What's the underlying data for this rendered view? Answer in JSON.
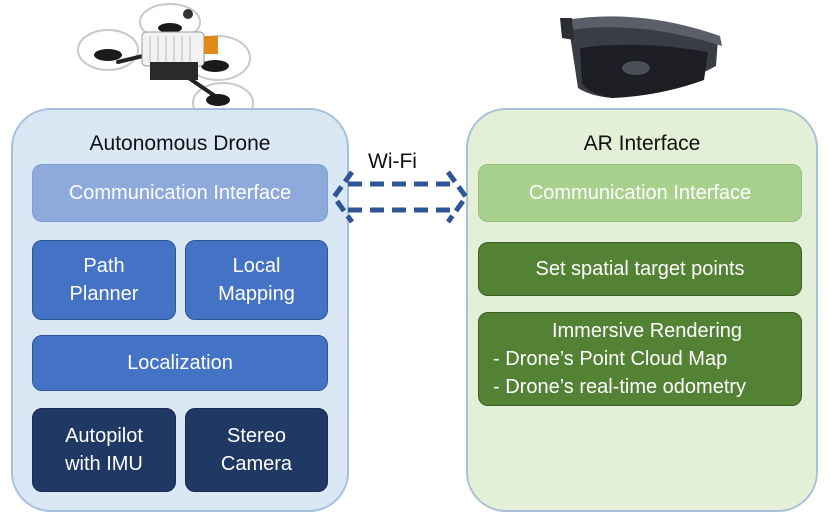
{
  "left_panel": {
    "title": "Autonomous Drone",
    "comm": "Communication Interface",
    "path_planner": [
      "Path",
      "Planner"
    ],
    "local_mapping": [
      "Local",
      "Mapping"
    ],
    "localization": "Localization",
    "autopilot": [
      "Autopilot",
      "with IMU"
    ],
    "stereo": [
      "Stereo",
      "Camera"
    ]
  },
  "right_panel": {
    "title": "AR Interface",
    "comm": "Communication Interface",
    "targets": "Set spatial target points",
    "rendering": {
      "title": "Immersive Rendering",
      "items": [
        "- Drone’s Point Cloud Map",
        "- Drone’s real-time odometry"
      ]
    }
  },
  "link_label": "Wi-Fi",
  "colors": {
    "drone_panel": "#dae7f5",
    "ar_panel": "#e3efd6",
    "comm_left": "#8ea9dc",
    "comm_right": "#a9d18e",
    "mid_blue": "#4472c4",
    "dark_blue": "#203864",
    "green": "#548235",
    "arrow": "#2f5597"
  },
  "icons": [
    "drone-image",
    "ar-headset-image"
  ]
}
